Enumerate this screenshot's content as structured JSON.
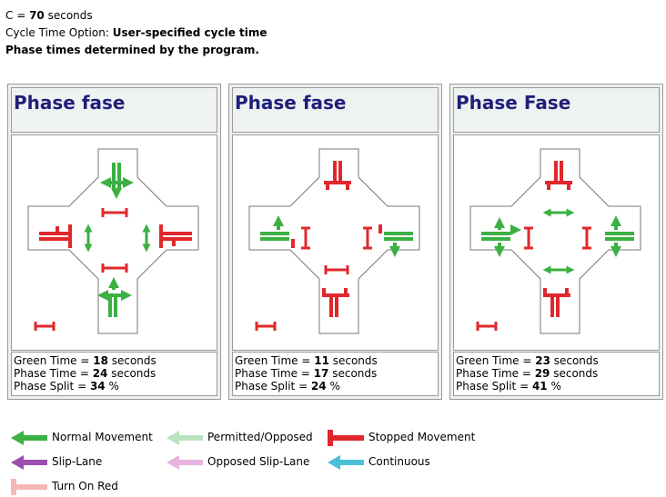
{
  "header": {
    "cycle_prefix": "C = ",
    "cycle_value": "70",
    "cycle_suffix": " seconds",
    "option_label": "Cycle Time Option: ",
    "option_value": "User-specified cycle time",
    "note": "Phase times determined by the program."
  },
  "panels": [
    {
      "title": "Phase fase",
      "green_label": "Green Time = ",
      "green_value": "18",
      "green_unit": " seconds",
      "phase_label": "Phase Time = ",
      "phase_value": "24",
      "phase_unit": " seconds",
      "split_label": "Phase Split = ",
      "split_value": "34",
      "split_unit": " %"
    },
    {
      "title": "Phase fase",
      "green_label": "Green Time = ",
      "green_value": "11",
      "green_unit": " seconds",
      "phase_label": "Phase Time = ",
      "phase_value": "17",
      "phase_unit": " seconds",
      "split_label": "Phase Split = ",
      "split_value": "24",
      "split_unit": " %"
    },
    {
      "title": "Phase Fase",
      "green_label": "Green Time = ",
      "green_value": "23",
      "green_unit": " seconds",
      "phase_label": "Phase Time = ",
      "phase_value": "29",
      "phase_unit": " seconds",
      "split_label": "Phase Split = ",
      "split_value": "41",
      "split_unit": " %"
    }
  ],
  "legend": [
    {
      "label": "Normal Movement",
      "color": "#3cb043",
      "icon": "arrow-left-icon"
    },
    {
      "label": "Permitted/Opposed",
      "color": "#b9e3bd",
      "icon": "arrow-left-icon"
    },
    {
      "label": "Stopped Movement",
      "color": "#e0282c",
      "icon": "stop-bar-icon"
    },
    {
      "label": "Slip-Lane",
      "color": "#9b4fb0",
      "icon": "arrow-left-icon"
    },
    {
      "label": "Opposed Slip-Lane",
      "color": "#e8b3df",
      "icon": "arrow-left-icon"
    },
    {
      "label": "Continuous",
      "color": "#4bbfd6",
      "icon": "arrow-left-icon"
    },
    {
      "label": "Turn On Red",
      "color": "#f4b8b8",
      "icon": "stop-bar-icon"
    }
  ],
  "colors": {
    "green": "#3cb043",
    "red": "#e0282c",
    "title": "#1f1f7a"
  }
}
